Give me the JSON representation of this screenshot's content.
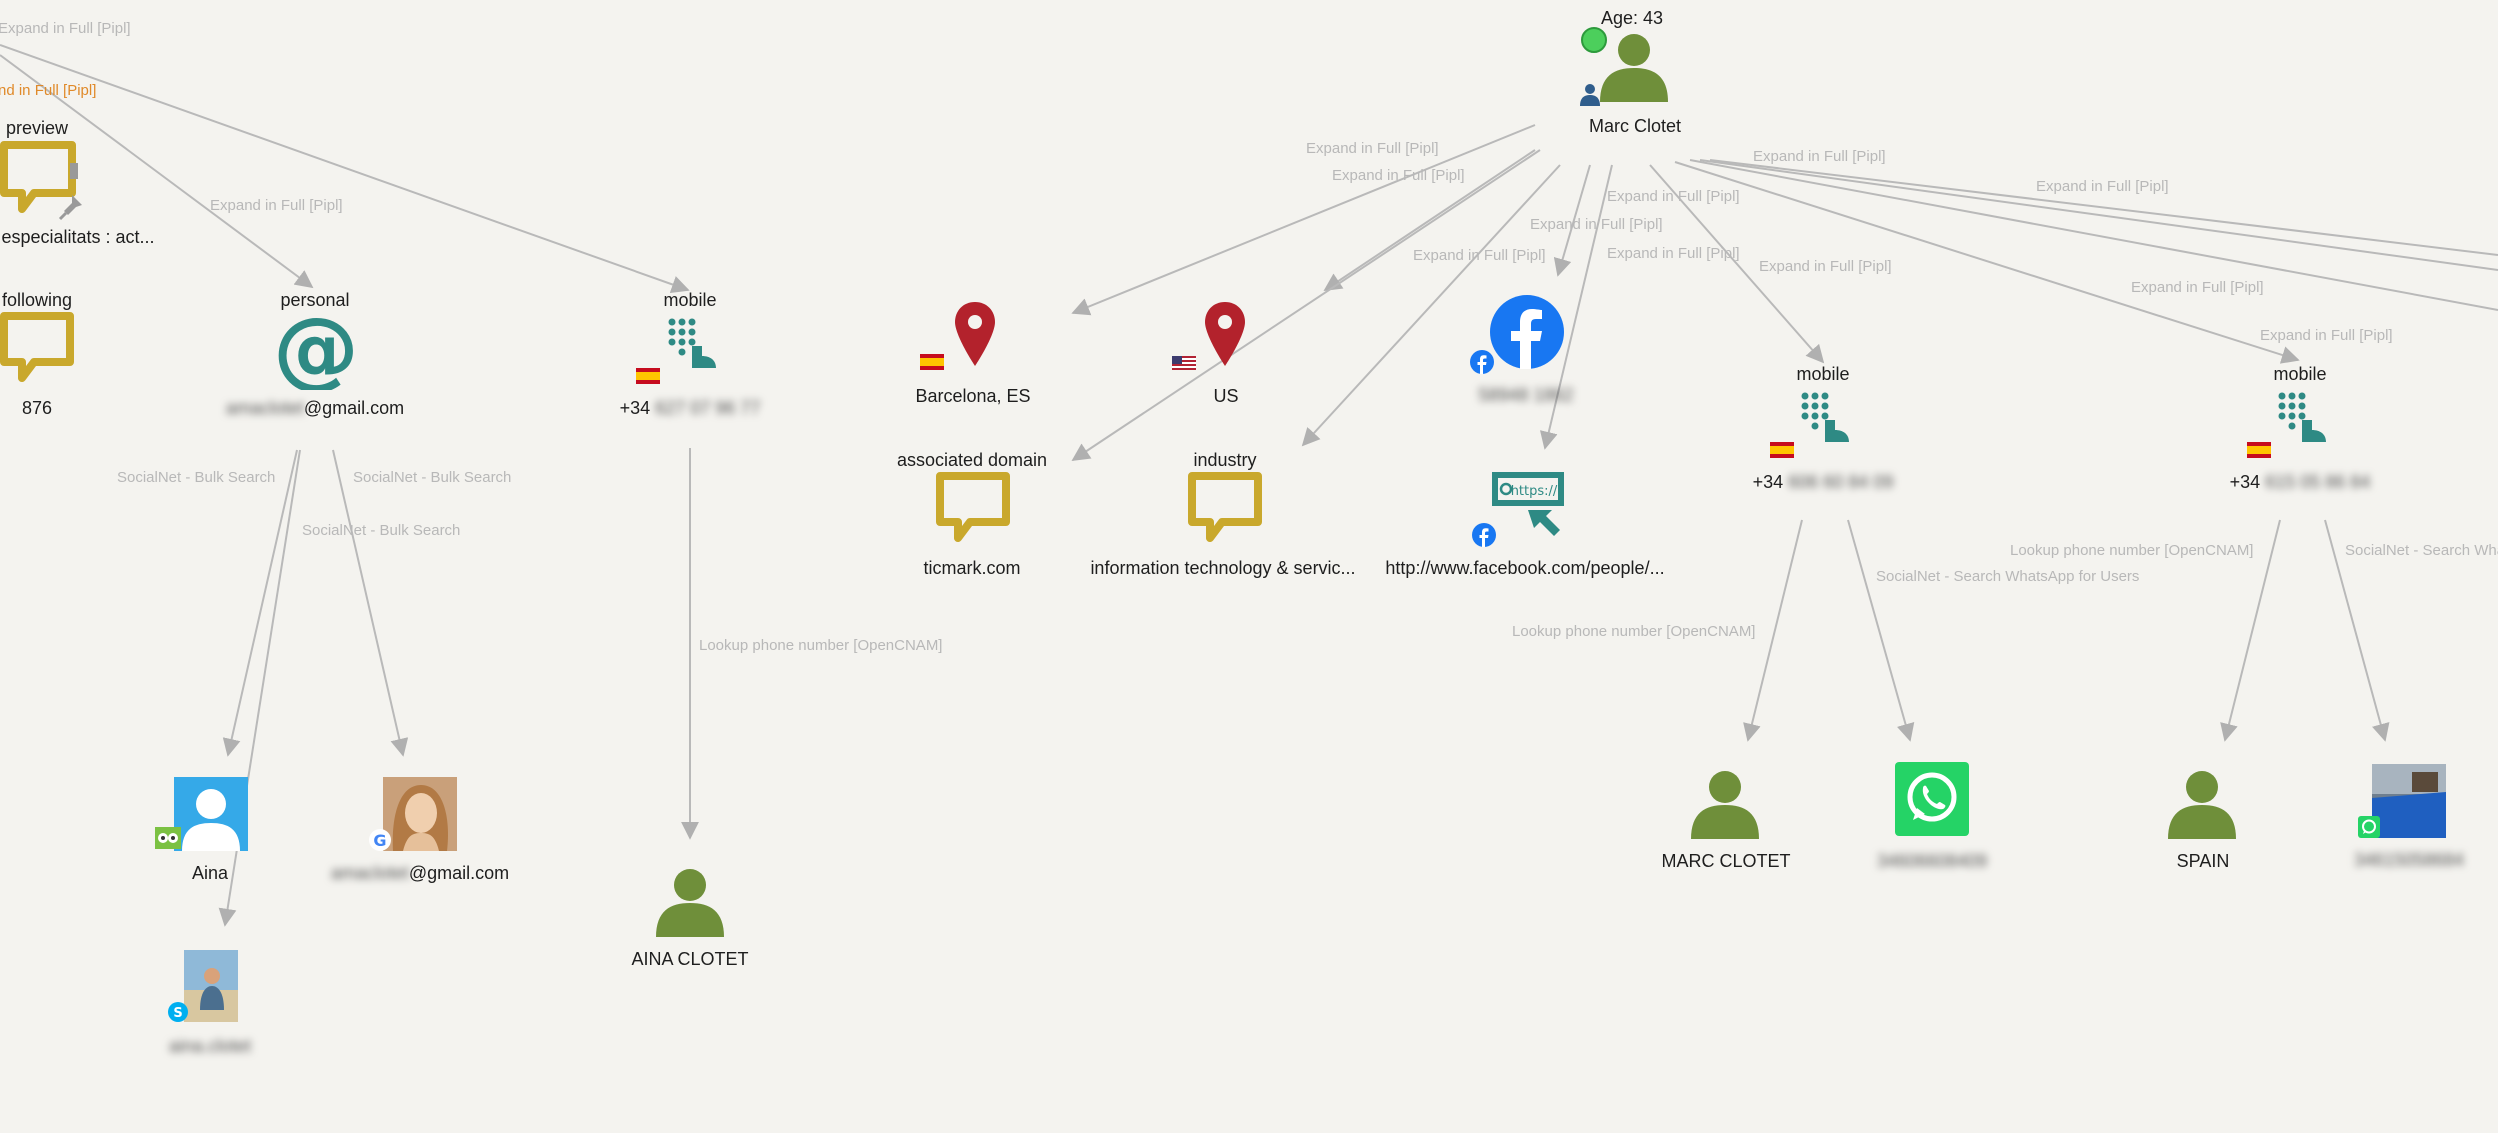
{
  "colors": {
    "person": "#6f8f3a",
    "comment": "#c9a82c",
    "teal": "#2e8a84",
    "pin": "#b3222c",
    "facebook": "#1877f2",
    "whatsapp": "#25d366",
    "edge": "#b9b9b9"
  },
  "root": {
    "age": "Age: 43",
    "name": "Marc Clotet",
    "icon": "person-icon",
    "status": "online"
  },
  "nodes": {
    "preview": {
      "title": "preview",
      "icon": "comment-icon"
    },
    "especialitats": {
      "label": "especialitats : act..."
    },
    "following": {
      "title": "following",
      "value": "876",
      "icon": "comment-icon"
    },
    "email": {
      "title": "personal",
      "suffix": "@gmail.com",
      "masked": "amaclotet",
      "icon": "at-sign-icon"
    },
    "mobile1": {
      "title": "mobile",
      "prefix": "+34",
      "masked": "627 07 96 77",
      "icon": "phone-dialpad-icon"
    },
    "barcelona": {
      "label": "Barcelona, ES",
      "icon": "location-pin-icon"
    },
    "us": {
      "label": "US",
      "icon": "location-pin-icon"
    },
    "domain": {
      "title": "associated domain",
      "label": "ticmark.com",
      "icon": "comment-icon"
    },
    "industry": {
      "title": "industry",
      "label": "information technology & servic...",
      "icon": "comment-icon"
    },
    "facebook": {
      "masked": "58948 1862",
      "icon": "facebook-icon"
    },
    "fburl": {
      "label": "http://www.facebook.com/people/...",
      "icon": "url-icon"
    },
    "mobile2": {
      "title": "mobile",
      "prefix": "+34",
      "masked": "606 60 84 09",
      "icon": "phone-dialpad-icon"
    },
    "mobile3": {
      "title": "mobile",
      "prefix": "+34",
      "masked": "615 05 86 84",
      "icon": "phone-dialpad-icon"
    },
    "aina": {
      "label": "Aina",
      "icon": "user-avatar-icon"
    },
    "ainaGoogle": {
      "suffix": "@gmail.com",
      "masked": "amaclotet"
    },
    "ainaSkype": {
      "masked": "aina.clotet"
    },
    "ainaClotet": {
      "label": "AINA CLOTET",
      "icon": "person-icon"
    },
    "marcClotet": {
      "label": "MARC CLOTET",
      "icon": "person-icon"
    },
    "whatsapp": {
      "masked": "34606608409",
      "icon": "whatsapp-icon"
    },
    "spain": {
      "label": "SPAIN",
      "icon": "person-icon"
    },
    "pool": {
      "masked": "34615058684"
    }
  },
  "edge_labels": {
    "expand_pipl": "Expand in Full [Pipl]",
    "expand_pipl_cut": "nd in Full [Pipl]",
    "bulk_search": "SocialNet - Bulk Search",
    "opencnam": "Lookup phone number [OpenCNAM]",
    "whatsapp_search": "SocialNet - Search WhatsApp for Users",
    "whatsapp_search_cut": "SocialNet - Search Wha"
  }
}
